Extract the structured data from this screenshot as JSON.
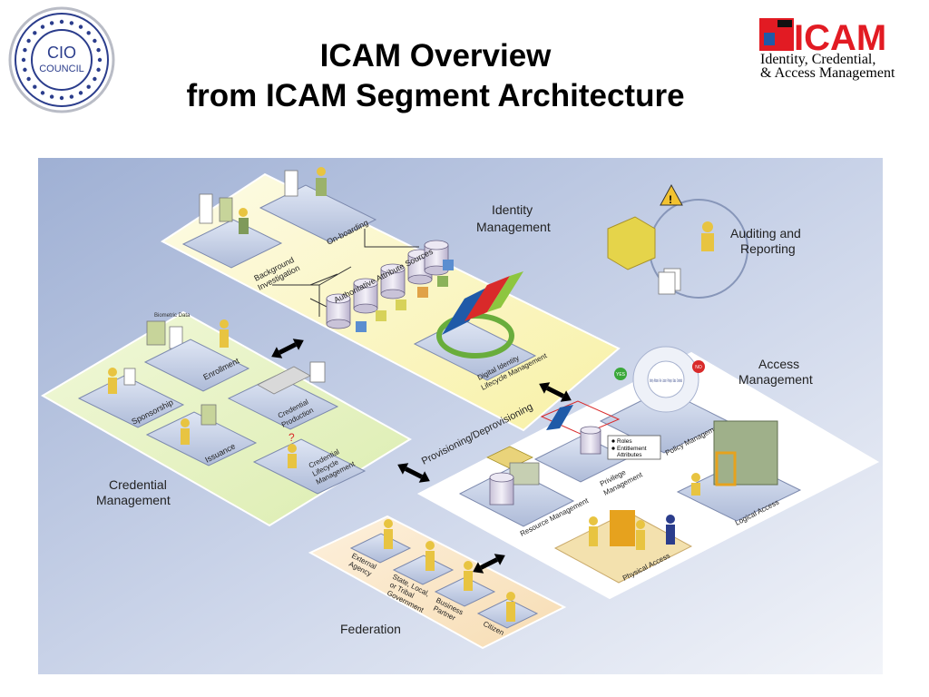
{
  "title": {
    "line1": "ICAM Overview",
    "line2": "from ICAM Segment Architecture"
  },
  "cio_logo": {
    "line1": "CIO",
    "line2": "COUNCIL"
  },
  "icam_logo": {
    "wordmark": "ICAM",
    "tagline_1": "Identity, Credential,",
    "tagline_2": "& Access Management"
  },
  "colors": {
    "background_gradient_top": "#9fb0d4",
    "background_gradient_bottom": "#e8ecf5",
    "identity_zone": "#fbf7c4",
    "credential_zone": "#e8f4c4",
    "access_zone": "#ffffff",
    "federation_zone": "#fbe8cc",
    "logo_red": "#e21b23",
    "logo_blue": "#1f5aa8",
    "seal_blue": "#2b3d8c"
  },
  "diagram": {
    "identity_management": {
      "label_1": "Identity",
      "label_2": "Management",
      "onboarding": "On-boarding",
      "background_investigation_1": "Background",
      "background_investigation_2": "Investigation",
      "authoritative_attribute_sources": "Authoritative Attribute Sources",
      "digital_identity_1": "Digital Identity",
      "digital_identity_2": "Lifecycle Management"
    },
    "credential_management": {
      "label_1": "Credential",
      "label_2": "Management",
      "biometric_data": "Biometric Data",
      "enrollment": "Enrollment",
      "sponsorship": "Sponsorship",
      "credential_production_1": "Credential",
      "credential_production_2": "Production",
      "issuance": "Issuance",
      "credential_lifecycle_1": "Credential",
      "credential_lifecycle_2": "Lifecycle",
      "credential_lifecycle_3": "Management"
    },
    "auditing": {
      "label_1": "Auditing and",
      "label_2": "Reporting"
    },
    "access_management": {
      "label_1": "Access",
      "label_2": "Management",
      "provisioning": "Provisioning/Deprovisioning",
      "yes": "YES",
      "no": "NO",
      "policy_ring": "Identity · Attributes · Role · Location · Privileges · Status · Credentials",
      "policy_management": "Policy Management",
      "privilege_management_1": "Privilege",
      "privilege_management_2": "Management",
      "roles": "Roles",
      "entitlement_1": "Entitlement",
      "entitlement_2": "Attributes",
      "resource_management": "Resource Management",
      "logical_access": "Logical Access",
      "physical_access": "Physical Access"
    },
    "federation": {
      "label": "Federation",
      "external_agency_1": "External",
      "external_agency_2": "Agency",
      "state_local_1": "State, Local,",
      "state_local_2": "or Tribal",
      "state_local_3": "Government",
      "business_partner_1": "Business",
      "business_partner_2": "Partner",
      "citizen": "Citizen"
    }
  }
}
